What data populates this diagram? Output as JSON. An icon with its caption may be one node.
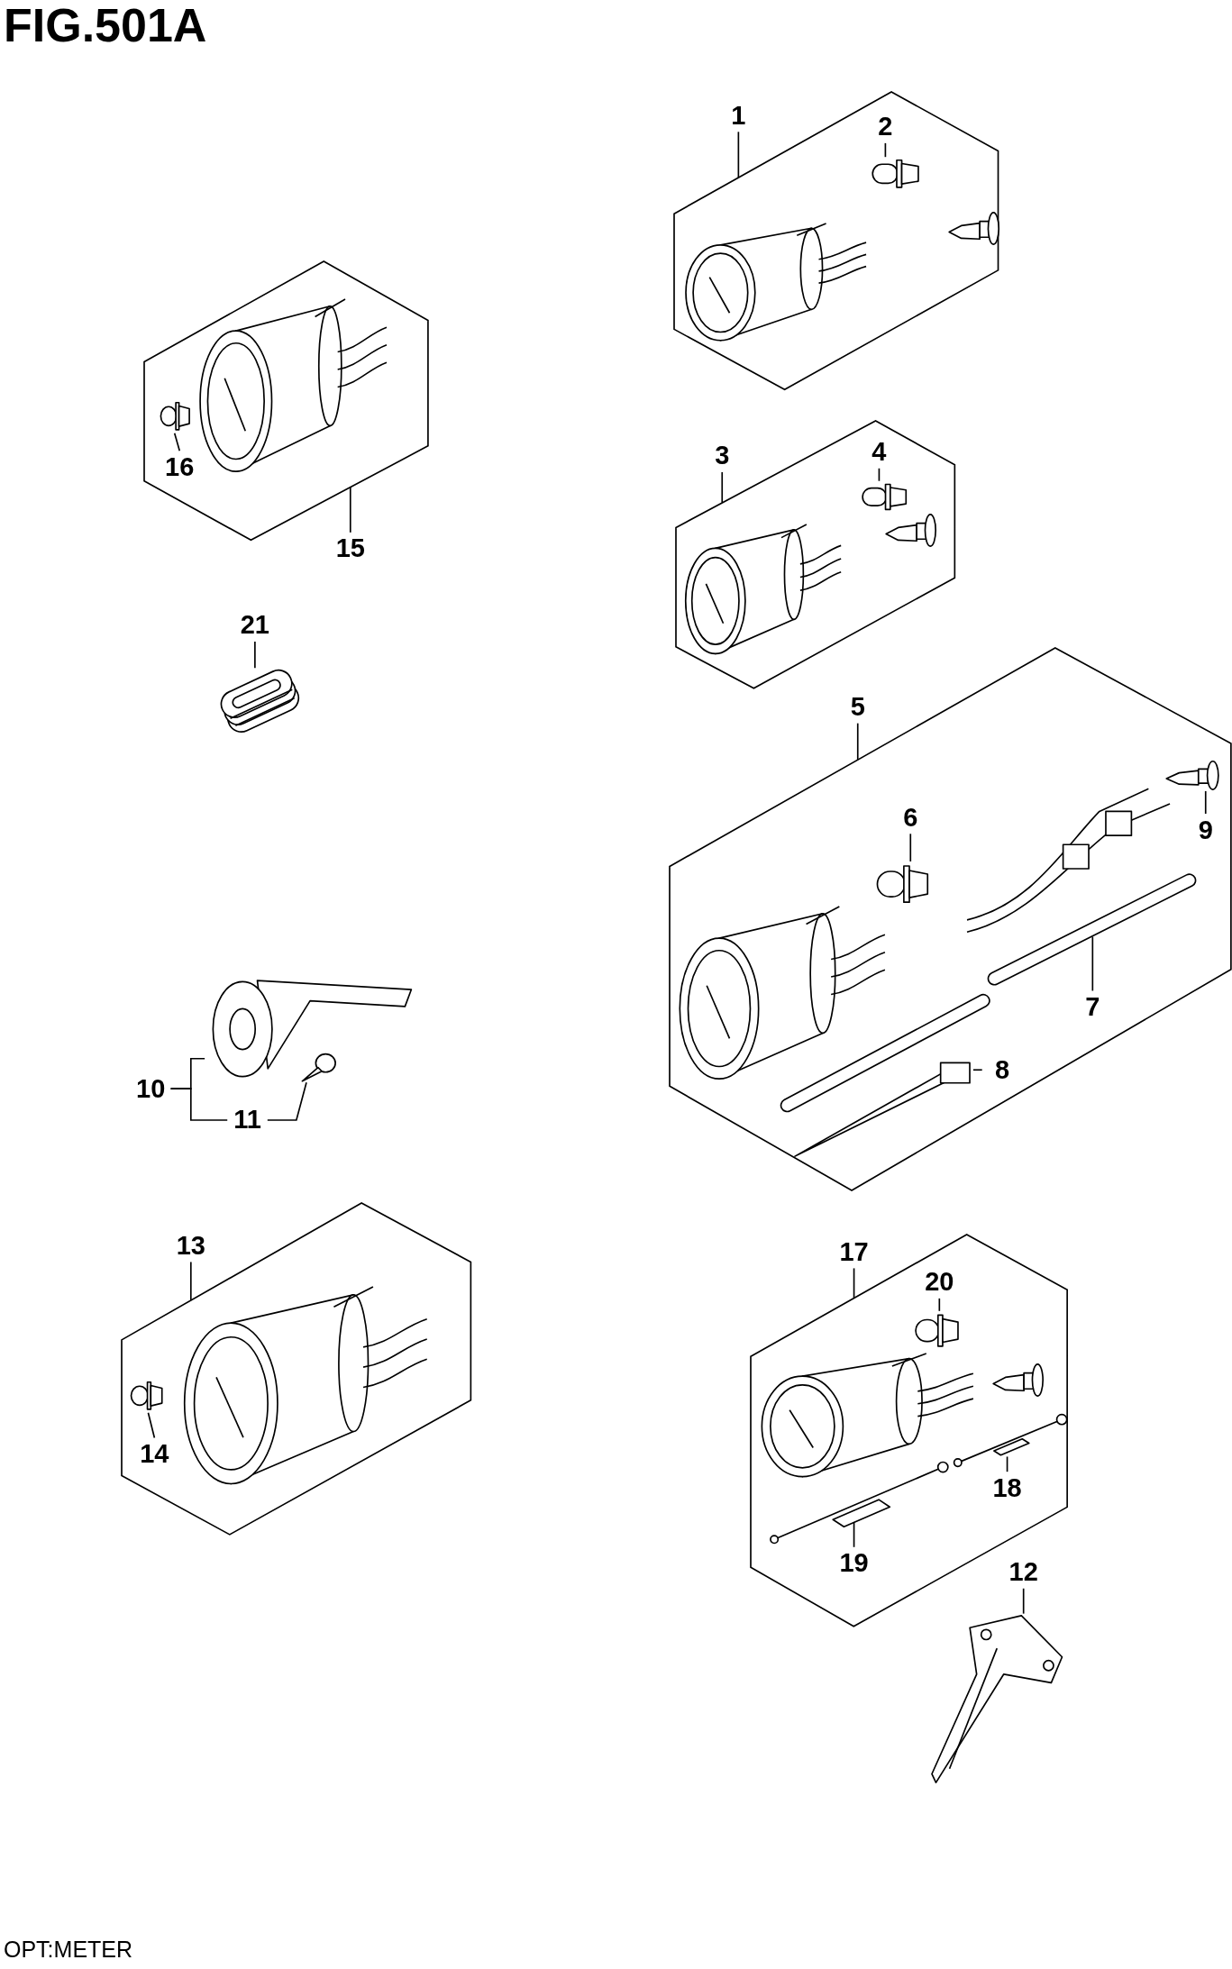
{
  "diagram": {
    "title": "FIG.501A",
    "caption": "OPT:METER",
    "nodes": [
      {
        "text": [
          "1"
        ]
      },
      {
        "text": [],
        "shape": "box"
      },
      {
        "text": [
          "2"
        ],
        "in": 1
      },
      {
        "text": [],
        "shape": "picture",
        "in": 1
      },
      {
        "text": [
          "15"
        ]
      },
      {
        "text": [],
        "shape": "box"
      },
      {
        "text": [
          "16"
        ],
        "in": 5
      },
      {
        "text": [],
        "shape": "picture",
        "in": 5
      },
      {
        "text": [
          "3"
        ]
      },
      {
        "text": [],
        "shape": "box"
      },
      {
        "text": [
          "4"
        ],
        "in": 9
      },
      {
        "text": [],
        "shape": "picture",
        "in": 9
      },
      {
        "text": [
          "21"
        ]
      },
      {
        "text": [],
        "shape": "picture"
      },
      {
        "text": [
          "5"
        ]
      },
      {
        "text": [],
        "shape": "box"
      },
      {
        "text": [
          "6"
        ],
        "in": 15
      },
      {
        "text": [],
        "shape": "picture",
        "in": 15
      },
      {
        "text": [
          "9"
        ],
        "in": 15
      },
      {
        "text": [],
        "shape": "picture",
        "in": 15
      },
      {
        "text": [
          "7"
        ],
        "in": 15
      },
      {
        "text": [],
        "shape": "picture",
        "in": 15
      },
      {
        "text": [
          "8"
        ],
        "in": 15
      },
      {
        "text": [],
        "shape": "picture",
        "in": 15
      },
      {
        "text": [
          "10"
        ]
      },
      {
        "text": [],
        "shape": "picture"
      },
      {
        "text": [
          "11"
        ]
      },
      {
        "text": [],
        "shape": "picture"
      },
      {
        "text": [
          "13"
        ]
      },
      {
        "text": [],
        "shape": "box"
      },
      {
        "text": [
          "14"
        ],
        "in": 29
      },
      {
        "text": [],
        "shape": "picture",
        "in": 29
      },
      {
        "text": [
          "17"
        ]
      },
      {
        "text": [],
        "shape": "box"
      },
      {
        "text": [
          "20"
        ],
        "in": 33
      },
      {
        "text": [],
        "shape": "picture",
        "in": 33
      },
      {
        "text": [
          "18"
        ],
        "in": 33
      },
      {
        "text": [],
        "shape": "picture",
        "in": 33
      },
      {
        "text": [
          "19"
        ],
        "in": 33
      },
      {
        "text": [],
        "shape": "picture",
        "in": 33
      },
      {
        "text": [
          "12"
        ]
      },
      {
        "text": [],
        "shape": "picture"
      }
    ],
    "edges": [
      {
        "from": 0,
        "to": 1,
        "arrow": "none"
      },
      {
        "from": 2,
        "to": 3,
        "arrow": "none"
      },
      {
        "from": 4,
        "to": 5,
        "arrow": "none"
      },
      {
        "from": 6,
        "to": 7,
        "arrow": "none"
      },
      {
        "from": 8,
        "to": 9,
        "arrow": "none"
      },
      {
        "from": 10,
        "to": 11,
        "arrow": "none"
      },
      {
        "from": 12,
        "to": 13,
        "arrow": "none"
      },
      {
        "from": 14,
        "to": 15,
        "arrow": "none"
      },
      {
        "from": 16,
        "to": 17,
        "arrow": "none"
      },
      {
        "from": 18,
        "to": 19,
        "arrow": "none"
      },
      {
        "from": 20,
        "to": 21,
        "arrow": "none"
      },
      {
        "from": 22,
        "to": 23,
        "arrow": "none"
      },
      {
        "from": 24,
        "to": 25,
        "arrow": "none"
      },
      {
        "from": 24,
        "to": 26,
        "arrow": "none"
      },
      {
        "from": 26,
        "to": 27,
        "arrow": "none"
      },
      {
        "from": 28,
        "to": 29,
        "arrow": "none"
      },
      {
        "from": 30,
        "to": 31,
        "arrow": "none"
      },
      {
        "from": 32,
        "to": 33,
        "arrow": "none"
      },
      {
        "from": 34,
        "to": 35,
        "arrow": "none"
      },
      {
        "from": 36,
        "to": 37,
        "arrow": "none"
      },
      {
        "from": 38,
        "to": 39,
        "arrow": "none"
      },
      {
        "from": 40,
        "to": 41,
        "arrow": "none"
      }
    ]
  }
}
